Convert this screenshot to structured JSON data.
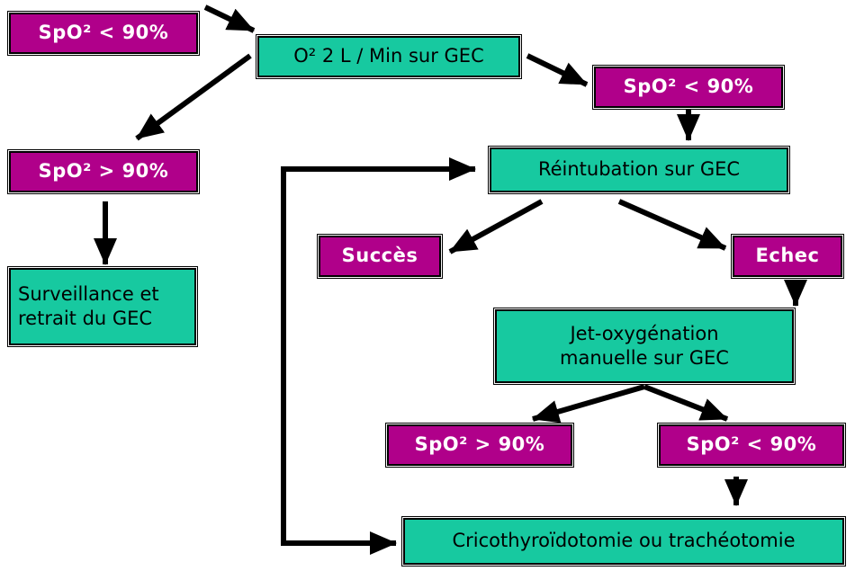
{
  "colors": {
    "condition_fill": "#b0008a",
    "action_fill": "#17c9a0",
    "arrow": "#000000"
  },
  "nodes": {
    "spo2_low_start": "SpO² < 90%",
    "o2_gec": "O² 2 L / Min sur GEC",
    "spo2_low_after_o2": "SpO² < 90%",
    "spo2_high_after_o2": "SpO² > 90%",
    "surveillance": "Surveillance et\nretrait du GEC",
    "reintubation": "Réintubation sur GEC",
    "succes": "Succès",
    "echec": "Echec",
    "jet_oxygenation": "Jet-oxygénation\nmanuelle  sur GEC",
    "spo2_high_after_jet": "SpO² > 90%",
    "spo2_low_after_jet": "SpO² < 90%",
    "crico": "Cricothyroïdotomie ou trachéotomie"
  }
}
